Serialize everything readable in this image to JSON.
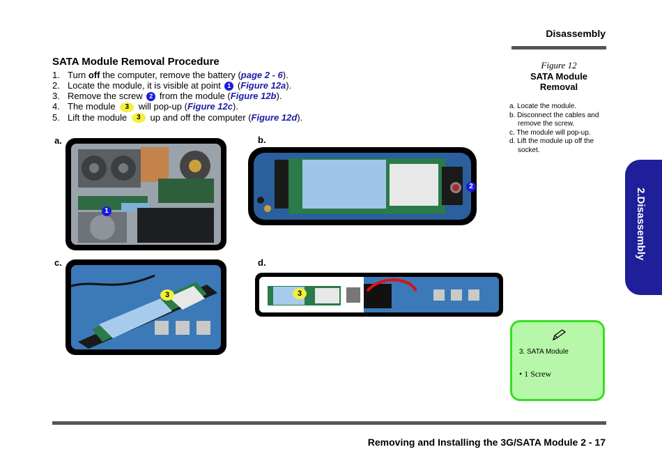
{
  "header": {
    "section": "Disassembly"
  },
  "procedure": {
    "title": "SATA Module Removal Procedure",
    "steps": [
      {
        "num": "1.",
        "pre": "Turn ",
        "bold": "off",
        "post": " the computer, remove the battery (",
        "ref": "page 2 - 6",
        "end": ")."
      },
      {
        "num": "2.",
        "pre": "Locate the module, it is visible at point ",
        "badge": "1",
        "mid": " (",
        "ref": "Figure 12a",
        "end": ")."
      },
      {
        "num": "3.",
        "pre": "Remove the screw ",
        "badge": "2",
        "mid": " from the module (",
        "ref": "Figure 12b",
        "end": ")."
      },
      {
        "num": "4.",
        "pre": "The module ",
        "badge": "3",
        "mid": " will pop-up (",
        "ref": "Figure 12c",
        "end": ")."
      },
      {
        "num": "5.",
        "pre": "Lift the module ",
        "badge": "3",
        "mid": " up and off the computer (",
        "ref": "Figure 12d",
        "end": ")."
      }
    ]
  },
  "figures": {
    "a_label": "a.",
    "b_label": "b.",
    "c_label": "c.",
    "d_label": "d.",
    "callout_a": "1",
    "callout_b": "2",
    "callout_c": "3",
    "callout_d": "3"
  },
  "caption": {
    "number": "Figure 12",
    "title_line1": "SATA Module",
    "title_line2": "Removal",
    "notes": [
      "a. Locate the module.",
      "b. Disconnect the cables and remove the screw.",
      "c. The module will pop-up.",
      "d. Lift the module up off  the socket."
    ]
  },
  "side_tab": {
    "label": "2.Disassembly",
    "color": "#1f1f9a"
  },
  "parts_note": {
    "icon": "pencil-icon",
    "item": "3.   SATA Module",
    "bullet": "•   1 Screw"
  },
  "footer": {
    "text": "Removing and Installing the 3G/SATA Module  2  -  17"
  }
}
